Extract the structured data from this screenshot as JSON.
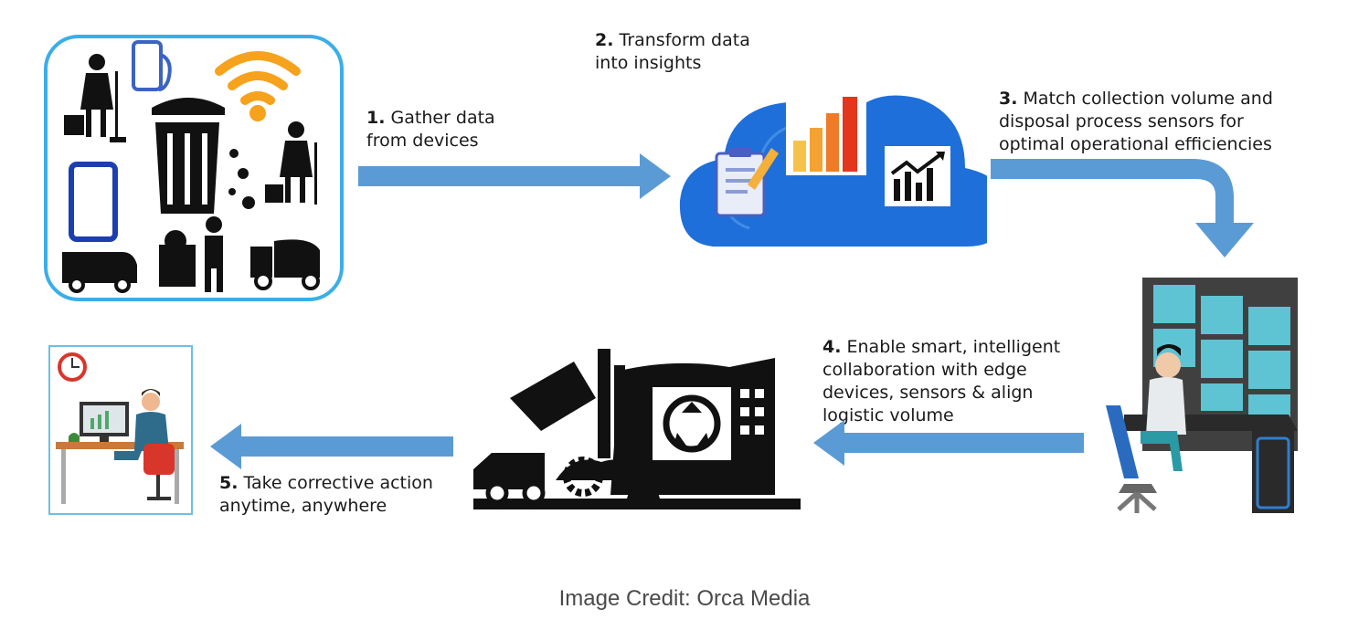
{
  "steps": [
    {
      "num": "1.",
      "line1": "Gather data",
      "line2": "from devices"
    },
    {
      "num": "2.",
      "line1": "Transform data",
      "line2": "into insights"
    },
    {
      "num": "3.",
      "line1": "Match collection volume and",
      "line2": "disposal process sensors for",
      "line3": "optimal operational efficiencies"
    },
    {
      "num": "4.",
      "line1": "Enable smart, intelligent",
      "line2": "collaboration with edge",
      "line3": "devices, sensors & align",
      "line4": "logistic volume"
    },
    {
      "num": "5.",
      "line1": "Take corrective action",
      "line2": "anytime, anywhere"
    }
  ],
  "caption": "Image Credit: Orca Media",
  "colors": {
    "arrow": "#5b9bd5",
    "cloud": "#1e6fd9",
    "frame": "#3aaee8"
  },
  "icons": [
    "worker-icon",
    "phone-icon",
    "wifi-icon",
    "trash-can-icon",
    "van-icon",
    "garbage-collector-icon",
    "mixer-truck-icon",
    "clipboard-icon",
    "bar-chart-icon",
    "trend-chart-icon",
    "control-room-icon",
    "recycling-plant-icon",
    "office-worker-icon",
    "clock-icon"
  ]
}
